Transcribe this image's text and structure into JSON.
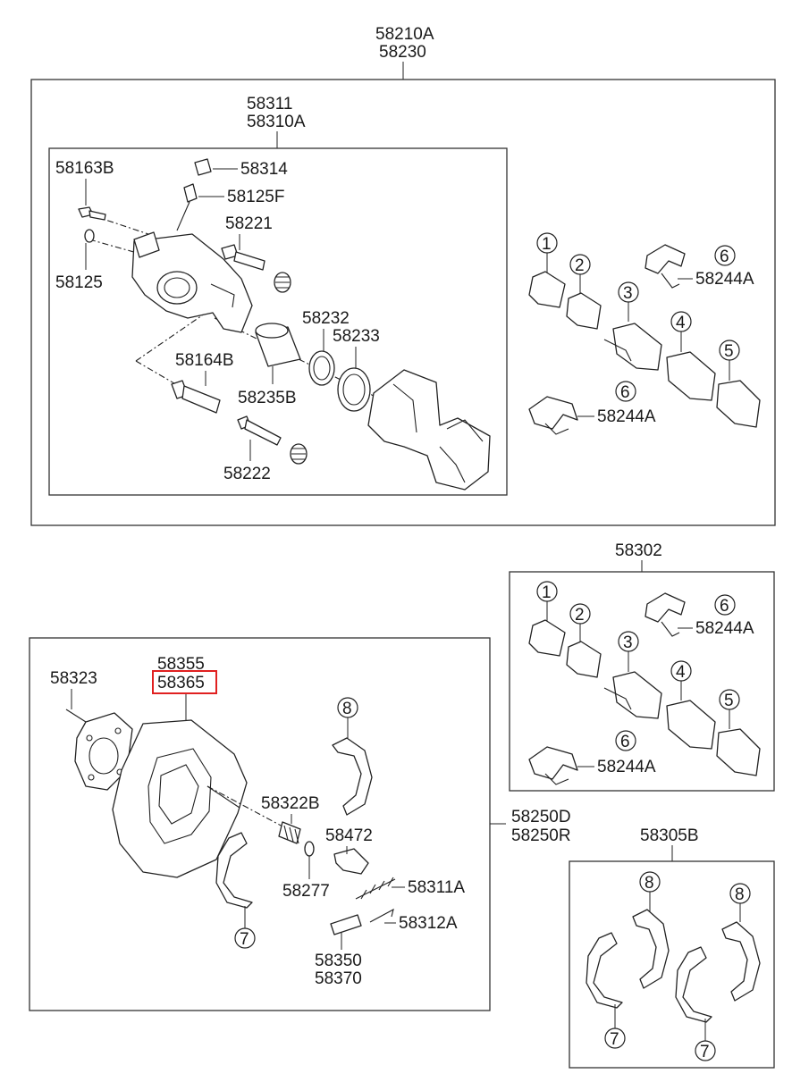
{
  "labels": {
    "caliper_assy_a": "58210A",
    "caliper_assy_b": "58230",
    "caliper_kit_a": "58311",
    "caliper_kit_b": "58310A",
    "bolt_58163B": "58163B",
    "clip_58314": "58314",
    "bleeder_58125F": "58125F",
    "pin_58221": "58221",
    "cap_58125": "58125",
    "seal_58232": "58232",
    "seal_58233": "58233",
    "bolt_58164B": "58164B",
    "piston_58235B": "58235B",
    "pin_58222": "58222",
    "shim_top": "58244A",
    "shim_bottom": "58244A",
    "pad_kit_58302": "58302",
    "pad_shim_top_2": "58244A",
    "pad_shim_bottom_2": "58244A",
    "plate_a": "58355",
    "plate_b": "58365",
    "spring_58323": "58323",
    "spring_58322B": "58322B",
    "lever_58472": "58472",
    "washer_58277": "58277",
    "spring_58311A": "58311A",
    "spring_58312A": "58312A",
    "adjuster_a": "58350",
    "adjuster_b": "58370",
    "brake_assy_a": "58250D",
    "brake_assy_b": "58250R",
    "shoe_kit": "58305B"
  },
  "callouts": {
    "c1": "1",
    "c2": "2",
    "c3": "3",
    "c4": "4",
    "c5": "5",
    "c6": "6",
    "c7": "7",
    "c8": "8"
  },
  "highlight_color": "#e02020"
}
